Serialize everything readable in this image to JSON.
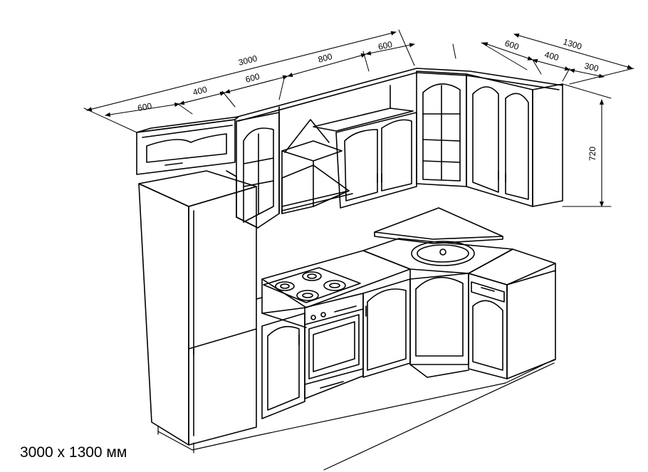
{
  "dimensions": {
    "total_length": "3000",
    "upper_left": "600",
    "upper_400": "400",
    "upper_600": "600",
    "upper_800": "800",
    "upper_corner_600": "600",
    "side_total": "1300",
    "side_600": "600",
    "side_400": "400",
    "side_300": "300",
    "height": "720"
  },
  "caption": "3000 x 1300 мм",
  "colors": {
    "line": "#000000",
    "background": "#ffffff"
  }
}
